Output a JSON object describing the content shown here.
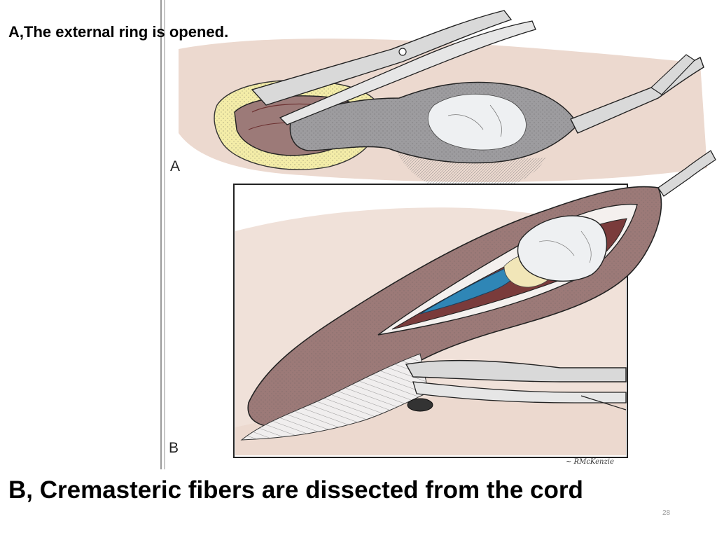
{
  "slide": {
    "caption_a": "A,The external ring is opened.",
    "caption_b": "B, Cremasteric fibers are dissected from the cord",
    "slide_number": "28"
  },
  "figure": {
    "panel_a_label": "A",
    "panel_b_label": "B",
    "artist_signature": "~ RMcKenzie"
  },
  "colors": {
    "skin": "#ecd9cf",
    "muscle": "#9c7a78",
    "hernia_sac": "#9d9c9f",
    "sac_highlight": "#eef0f2",
    "fat_ring": "#f4eda8",
    "vessel_blue": "#2f86b6",
    "instrument": "#d9d9d9"
  }
}
